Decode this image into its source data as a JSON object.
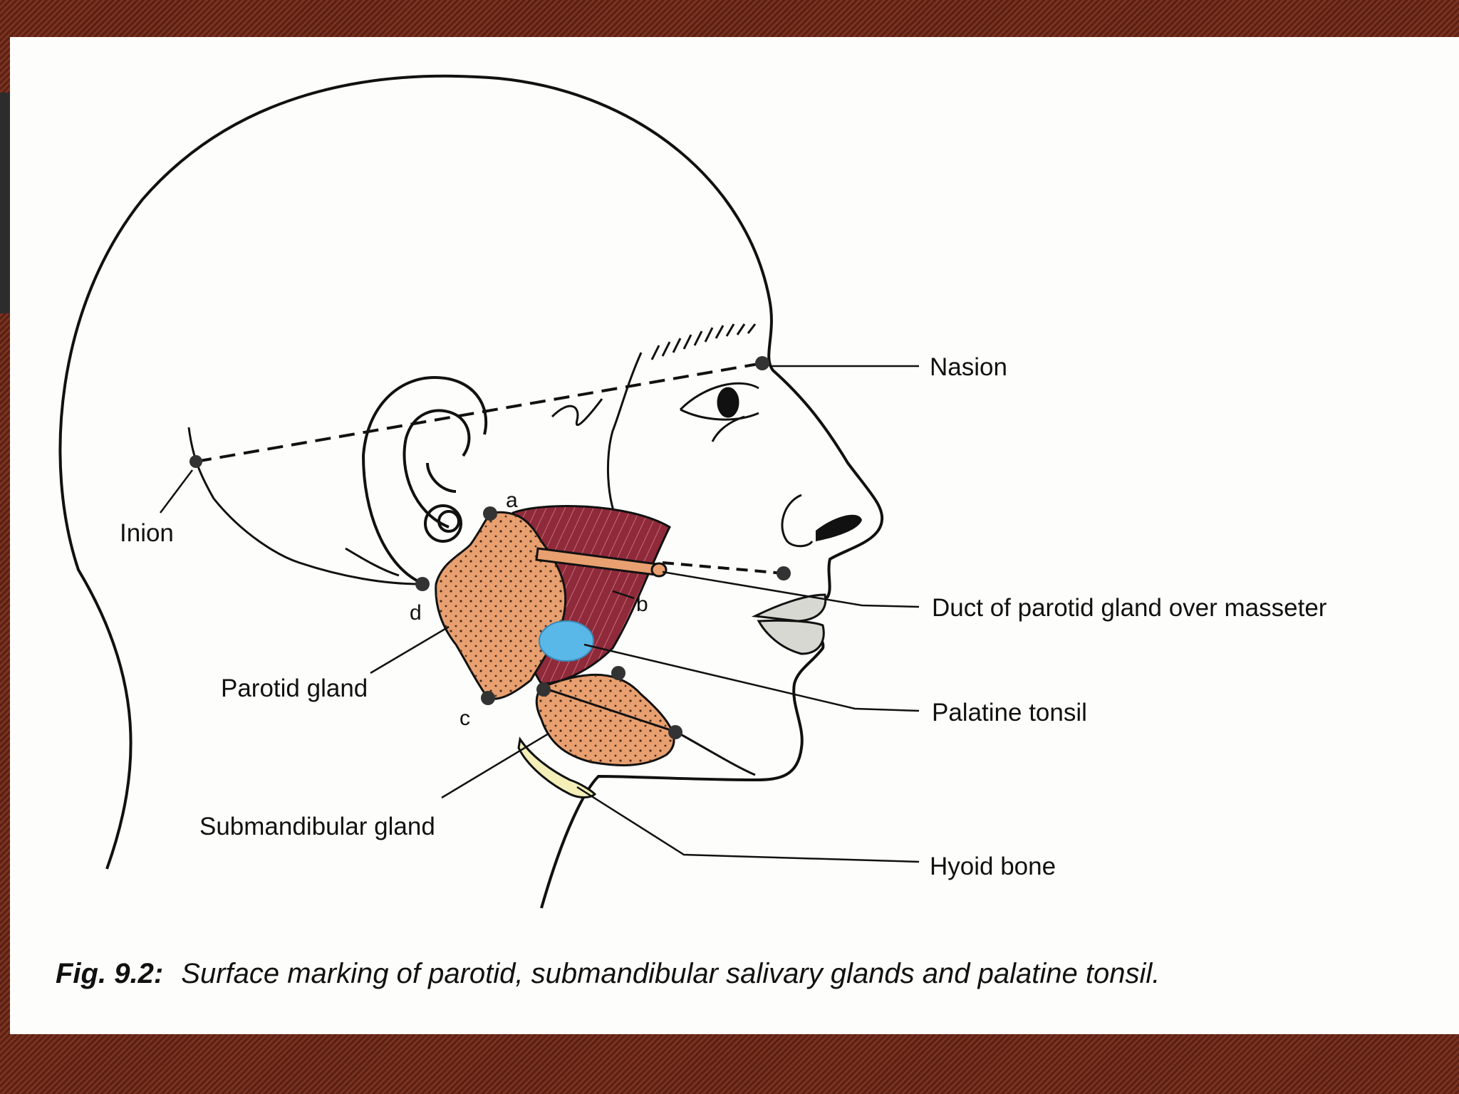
{
  "labels": {
    "nasion": "Nasion",
    "inion": "Inion",
    "duct": "Duct of parotid gland over masseter",
    "parotid": "Parotid gland",
    "palatine": "Palatine tonsil",
    "submandibular": "Submandibular gland",
    "hyoid": "Hyoid bone"
  },
  "points": {
    "a": "a",
    "b": "b",
    "c": "c",
    "d": "d"
  },
  "caption": {
    "prefix": "Fig. 9.2:",
    "text": "Surface marking of parotid, submandibular salivary glands and palatine tonsil."
  },
  "colors": {
    "gland": "#e8a070",
    "masseter": "#8e2a3a",
    "tonsil": "#5ab8e8",
    "hyoid": "#f4eeb8",
    "background_frame": "#6e2a1c",
    "sheet": "#fdfdfb"
  }
}
